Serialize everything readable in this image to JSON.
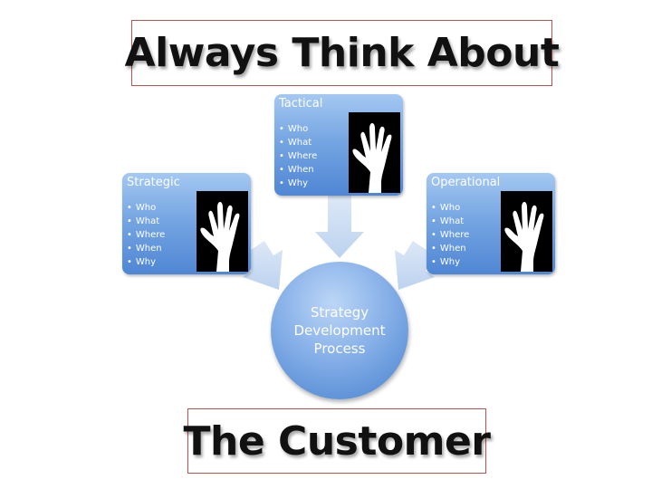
{
  "header": {
    "title": "Always Think About"
  },
  "footer": {
    "title": "The Customer"
  },
  "center": {
    "lines": [
      "Strategy",
      "Development",
      "Process"
    ]
  },
  "cards": {
    "tactical": {
      "title": "Tactical",
      "items": [
        "Who",
        "What",
        "Where",
        "When",
        "Why"
      ]
    },
    "strategic": {
      "title": "Strategic",
      "items": [
        "Who",
        "What",
        "Where",
        "When",
        "Why"
      ]
    },
    "operational": {
      "title": "Operational",
      "items": [
        "Who",
        "What",
        "Where",
        "When",
        "Why"
      ]
    }
  },
  "colors": {
    "title_border": "#c0504d",
    "card_top": "#a4c8f2",
    "card_bottom": "#4f86d4",
    "arrow": "#c5d8f1"
  },
  "icons": {
    "card_image": "raised-hand-icon"
  }
}
